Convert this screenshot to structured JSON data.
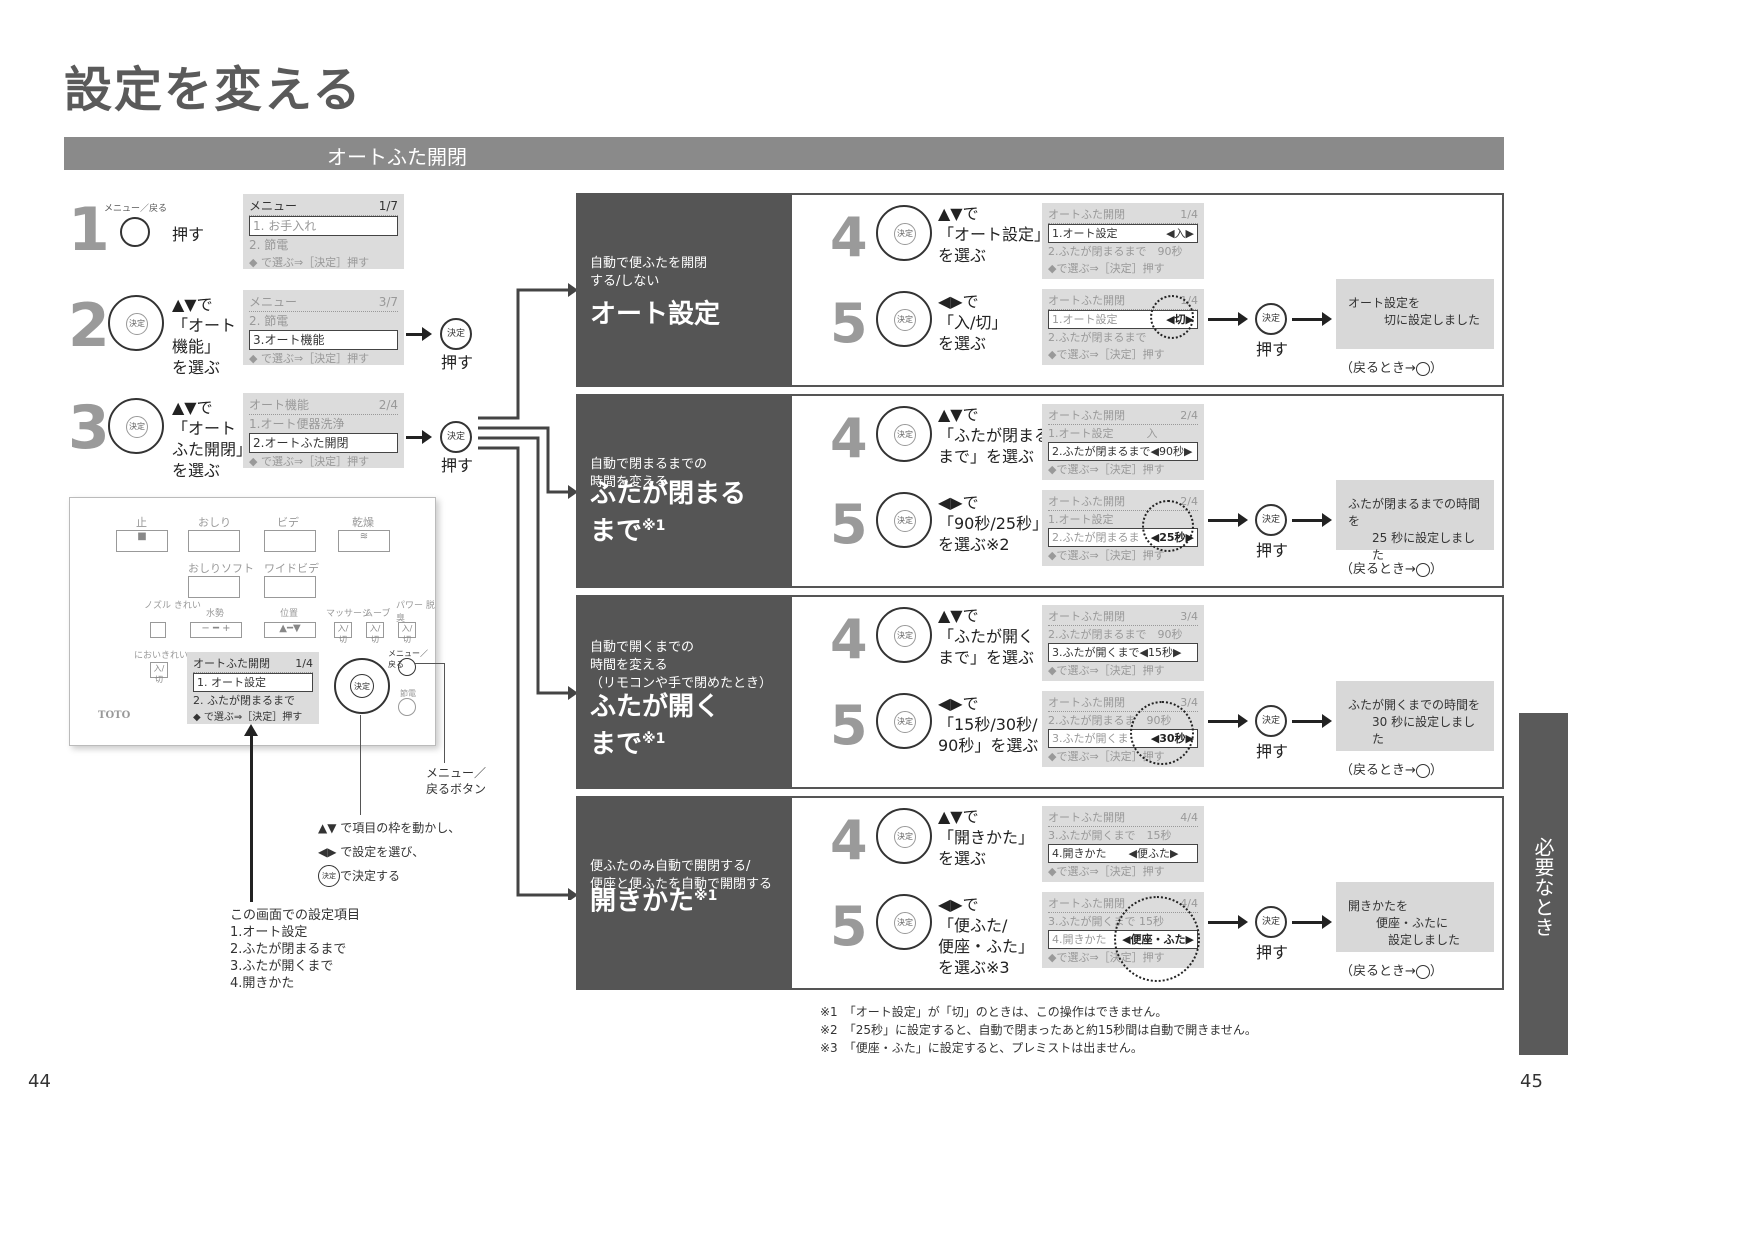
{
  "title": "設定を変える",
  "section": "オートふた開閉",
  "steps_left": [
    {
      "num": "1",
      "btn_label": "メニュー／戻る",
      "action": "押す",
      "lcd": {
        "head": "メニュー",
        "page": "1/7",
        "line1": "1. お手入れ",
        "line2": "2. 節電",
        "nav": "で選ぶ⇒［決定］押す"
      }
    },
    {
      "num": "2",
      "l1": "で",
      "l2": "「オート",
      "l3": "機能」",
      "l4": "を選ぶ",
      "lcd": {
        "head": "メニュー",
        "page": "3/7",
        "line1": "2. 節電",
        "line2": "3.オート機能",
        "nav": "で選ぶ⇒［決定］押す"
      },
      "press": "押す"
    },
    {
      "num": "3",
      "l1": "で",
      "l2": "「オート",
      "l3": "ふた開閉」",
      "l4": "を選ぶ",
      "lcd": {
        "head": "オート機能",
        "page": "2/4",
        "line1": "1.オート便器洗浄",
        "line2": "2.オートふた開閉",
        "nav": "で選ぶ⇒［決定］押す"
      },
      "press": "押す"
    }
  ],
  "ok_label": "決定",
  "remote": {
    "top": [
      "止",
      "おしり",
      "ビデ",
      "乾燥"
    ],
    "row2": [
      "おしりソフト",
      "ワイドビデ"
    ],
    "row3": [
      "ノズル\nきれい",
      "水勢",
      "位置",
      "マッサージ",
      "ムーブ",
      "パワー\n脱臭"
    ],
    "odor": "においきれい",
    "toggle": "入/切",
    "brand": "TOTO",
    "menu": "メニュー／戻る",
    "eco": "節電",
    "lcd": {
      "head": "オートふた開閉",
      "page": "1/4",
      "line1": "1. オート設定",
      "line2": "2. ふたが閉まるまで",
      "nav": "で選ぶ⇒［決定］押す"
    },
    "menu_callout": "メニュー／\n戻るボタン",
    "legend": [
      "で項目の枠を動かし、",
      "で設定を選び、",
      "で決定する"
    ],
    "items_title": "この画面での設定項目",
    "items": [
      "1.オート設定",
      "2.ふたが閉まるまで",
      "3.ふたが開くまで",
      "4.開きかた"
    ]
  },
  "panels": [
    {
      "desc": [
        "自動で便ふたを開閉",
        "する/しない"
      ],
      "name": [
        "オート設定"
      ],
      "note": "",
      "s4": {
        "l1": "で",
        "l2": "「オート設定」",
        "l3": "を選ぶ",
        "lcd": {
          "head": "オートふた開閉",
          "page": "1/4",
          "line1": "1.オート設定",
          "val1": "◀入▶",
          "line2": "2.ふたが閉まるまで　90秒",
          "nav": "で選ぶ⇒［決定］押す"
        }
      },
      "s5": {
        "l1": "で",
        "l2": "「入/切」",
        "l3": "を選ぶ",
        "lcd": {
          "head": "オートふた開閉",
          "page": "1/4",
          "line1": "1.オート設定",
          "val": "◀切▶",
          "line2": "2.ふたが閉まるまで",
          "nav": "で選ぶ⇒［決定］押す"
        }
      },
      "result": [
        "オート設定を",
        "切に設定しました"
      ],
      "press": "押す",
      "back": "（戻るとき→"
    },
    {
      "desc": [
        "自動で閉まるまでの",
        "時間を変える"
      ],
      "name": [
        "ふたが閉まる",
        "まで"
      ],
      "note": "※1",
      "s4": {
        "l1": "で",
        "l2": "「ふたが閉まる",
        "l3": "まで」を選ぶ",
        "lcd": {
          "head": "オートふた開閉",
          "page": "2/4",
          "line1": "1.オート設定　　　入",
          "val1": "",
          "line2": "2.ふたが閉まるまで◀90秒▶",
          "nav": "で選ぶ⇒［決定］押す"
        }
      },
      "s5": {
        "l1": "で",
        "l2": "「90秒/25秒」",
        "l3": "を選ぶ※2",
        "lcd": {
          "head": "オートふた開閉",
          "page": "2/4",
          "line1": "1.オート設定",
          "val": "◀25秒▶",
          "line2": "2.ふたが閉まるま",
          "nav": "で選ぶ⇒［決定］押す"
        }
      },
      "result": [
        "ふたが閉まるまでの時間を",
        "25 秒に設定しました"
      ],
      "press": "押す",
      "back": "（戻るとき→"
    },
    {
      "desc": [
        "自動で開くまでの",
        "時間を変える",
        "（リモコンや手で閉めたとき）"
      ],
      "name": [
        "ふたが開く",
        "まで"
      ],
      "note": "※1",
      "s4": {
        "l1": "で",
        "l2": "「ふたが開く",
        "l3": "まで」を選ぶ",
        "lcd": {
          "head": "オートふた開閉",
          "page": "3/4",
          "line1": "2.ふたが閉まるまで　90秒",
          "val1": "",
          "line2": "3.ふたが開くまで◀15秒▶",
          "nav": "で選ぶ⇒［決定］押す"
        }
      },
      "s5": {
        "l1": "で",
        "l2": "「15秒/30秒/",
        "l3": "90秒」を選ぶ",
        "lcd": {
          "head": "オートふた開閉",
          "page": "3/4",
          "line1": "2.ふたが閉まるま　90秒",
          "val": "◀30秒▶",
          "line2": "3.ふたが開くま",
          "nav": "で選ぶ⇒［決定］押す"
        }
      },
      "result": [
        "ふたが開くまでの時間を",
        "30 秒に設定しました"
      ],
      "press": "押す",
      "back": "（戻るとき→"
    },
    {
      "desc": [
        "便ふたのみ自動で開閉する/",
        "便座と便ふたを自動で開閉する"
      ],
      "name": [
        "開きかた"
      ],
      "note": "※1",
      "s4": {
        "l1": "で",
        "l2": "「開きかた」",
        "l3": "を選ぶ",
        "lcd": {
          "head": "オートふた開閉",
          "page": "4/4",
          "line1": "3.ふたが開くまで　15秒",
          "val1": "",
          "line2": "4.開きかた　　◀便ふた▶",
          "nav": "で選ぶ⇒［決定］押す"
        }
      },
      "s5": {
        "l1": "で",
        "l2": "「便ふた/",
        "l3": "便座・ふた」",
        "l4": "を選ぶ※3",
        "lcd": {
          "head": "オートふた開閉",
          "page": "4/4",
          "line1": "3.ふたが開くまで 15秒",
          "val": "◀便座・ふた▶",
          "line2": "4.開きかた",
          "nav": "で選ぶ⇒［決定］押す"
        }
      },
      "result": [
        "開きかたを",
        "便座・ふたに",
        "設定しました"
      ],
      "press": "押す",
      "back": "（戻るとき→"
    }
  ],
  "footnotes": [
    "※1　「オート設定」が「切」のときは、この操作はできません。",
    "※2　「25秒」に設定すると、自動で閉まったあと約15秒間は自動で開きません。",
    "※3　「便座・ふた」に設定すると、プレミストは出ません。"
  ],
  "page_left": "44",
  "page_right": "45",
  "side_tab": "必要なとき"
}
